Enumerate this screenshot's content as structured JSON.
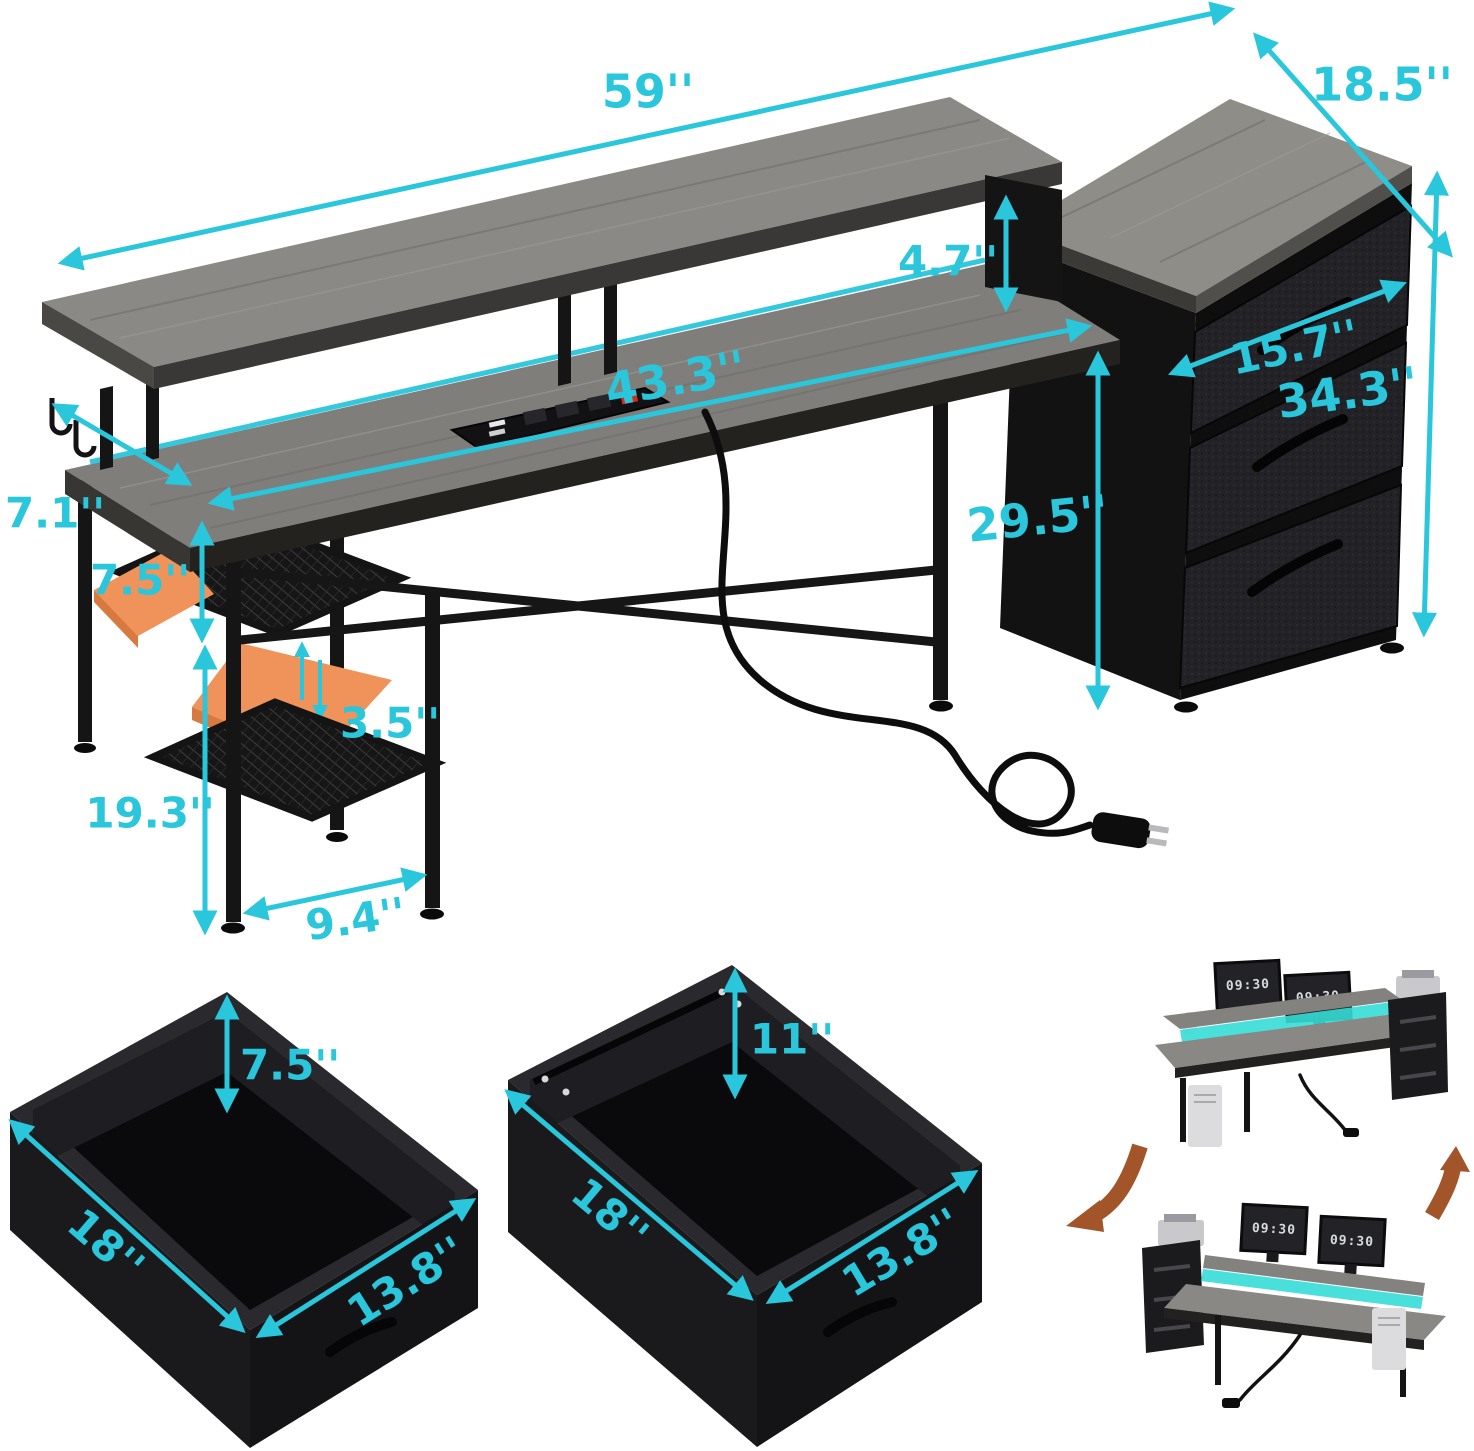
{
  "colors": {
    "accent_cyan": "#2AC6DB",
    "highlight_orange": "#F0935A",
    "rotate_arrow_brown": "#A3552A",
    "wood_gray": "#85837F",
    "fabric_black": "#1E1E21",
    "led_teal": "#35DCD6",
    "switch_red": "#D42A1E"
  },
  "main_diagram": {
    "labels": {
      "shelf_length": "59''",
      "top_depth": "18.5''",
      "shelf_depth": "7.1''",
      "riser_height": "4.7''",
      "cabinet_width": "15.7''",
      "desktop_length": "43.3''",
      "total_height": "34.3''",
      "desk_height": "29.5''",
      "shelf_spacing": "7.5''",
      "shelf_adjust_range": "3.5''",
      "storage_column_height": "19.3''",
      "shelf_width": "9.4''"
    }
  },
  "drawer_box_small": {
    "height": "7.5''",
    "depth": "18''",
    "width": "13.8''"
  },
  "drawer_box_file": {
    "height": "11''",
    "depth": "18''",
    "width": "13.8''"
  },
  "reversible_views": {
    "monitor_clock": "09:30"
  }
}
